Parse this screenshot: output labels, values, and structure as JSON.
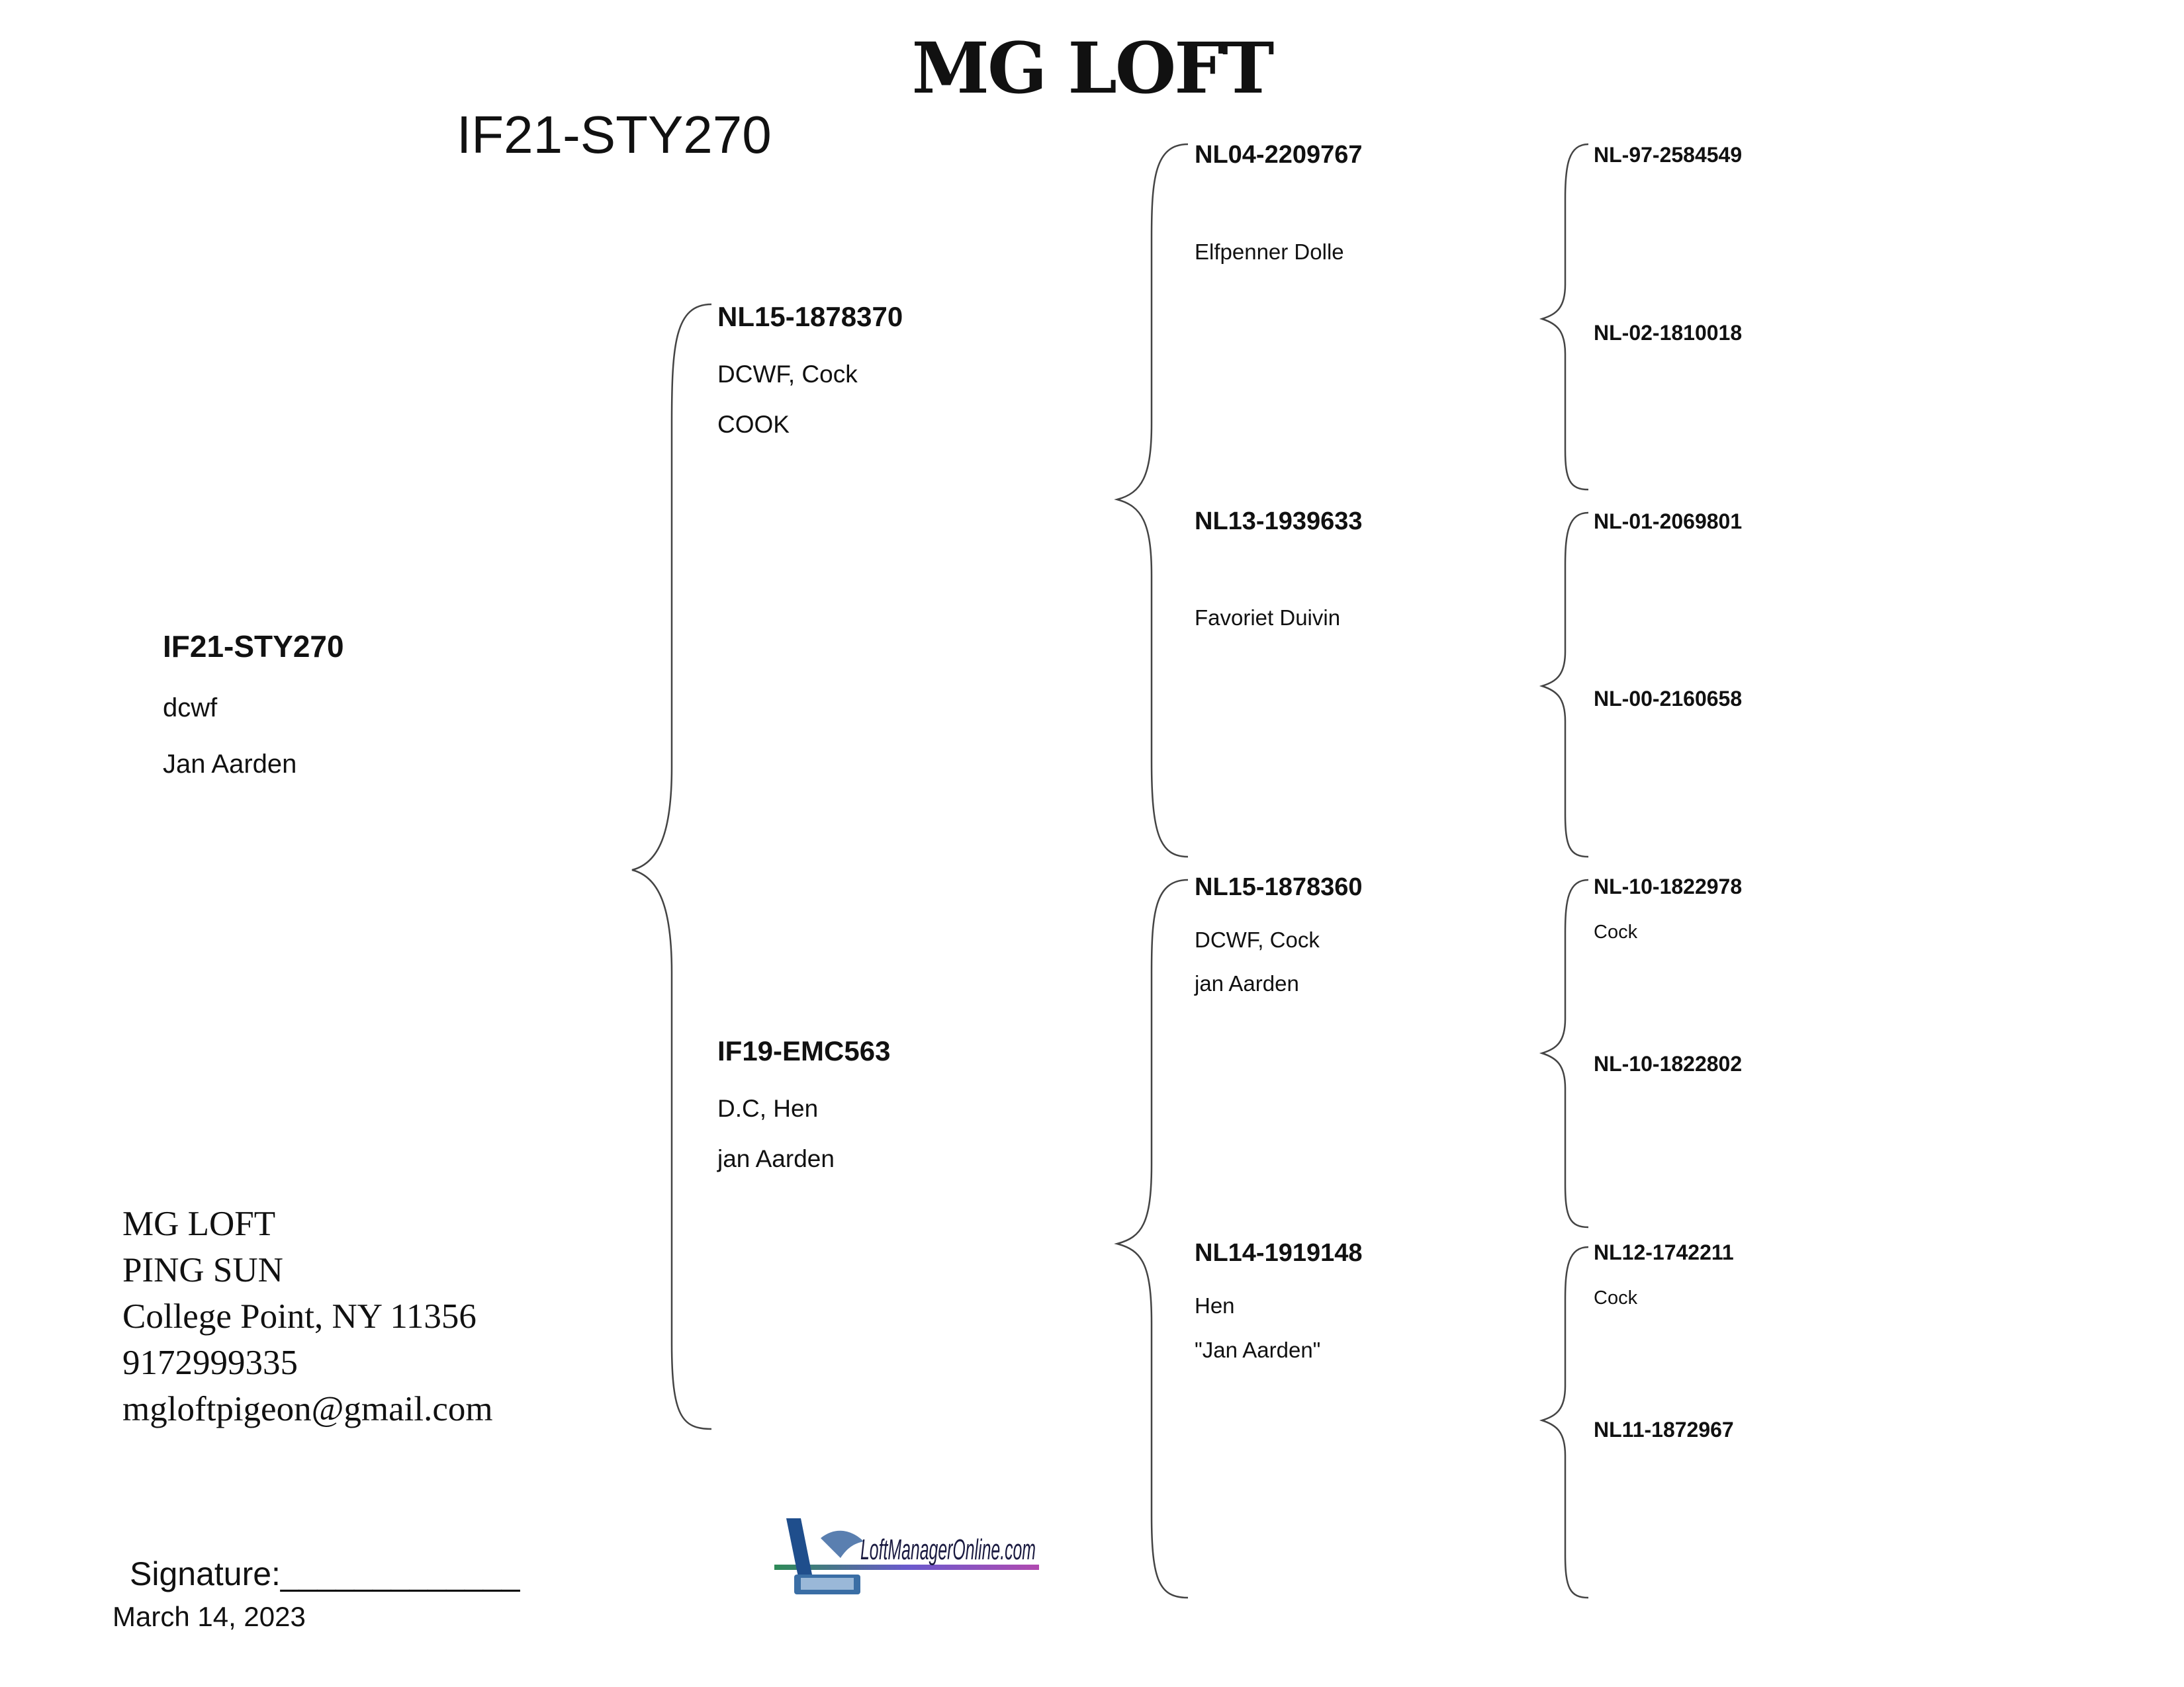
{
  "header": {
    "loft_name": "MG LOFT",
    "pedigree_id": "IF21-STY270"
  },
  "subject": {
    "ring": "IF21-STY270",
    "color": "dcwf",
    "breeder": "Jan Aarden"
  },
  "sire": {
    "ring": "NL15-1878370",
    "info": "DCWF, Cock",
    "note": "COOK"
  },
  "dam": {
    "ring": "IF19-EMC563",
    "info": "D.C, Hen",
    "note": "jan Aarden"
  },
  "sire_sire": {
    "ring": "NL04-2209767",
    "info": "Elfpenner Dolle"
  },
  "sire_dam": {
    "ring": "NL13-1939633",
    "info": "Favoriet Duivin"
  },
  "dam_sire": {
    "ring": "NL15-1878360",
    "info": "DCWF, Cock",
    "note": "jan Aarden"
  },
  "dam_dam": {
    "ring": "NL14-1919148",
    "info": "Hen",
    "note": "\"Jan Aarden\""
  },
  "gen3": [
    {
      "ring": "NL-97-2584549"
    },
    {
      "ring": "NL-02-1810018"
    },
    {
      "ring": "NL-01-2069801"
    },
    {
      "ring": "NL-00-2160658"
    },
    {
      "ring": "NL-10-1822978",
      "info": "Cock"
    },
    {
      "ring": "NL-10-1822802"
    },
    {
      "ring": "NL12-1742211",
      "info": "Cock"
    },
    {
      "ring": "NL11-1872967"
    }
  ],
  "contact": {
    "name": "MG LOFT",
    "owner": "PING SUN",
    "address": "College Point, NY 11356",
    "phone": "9172999335",
    "email": "mgloftpigeon@gmail.com"
  },
  "signature_label": "Signature:_____________",
  "date": "March 14, 2023",
  "logo_text": "LoftManagerOnline.com"
}
